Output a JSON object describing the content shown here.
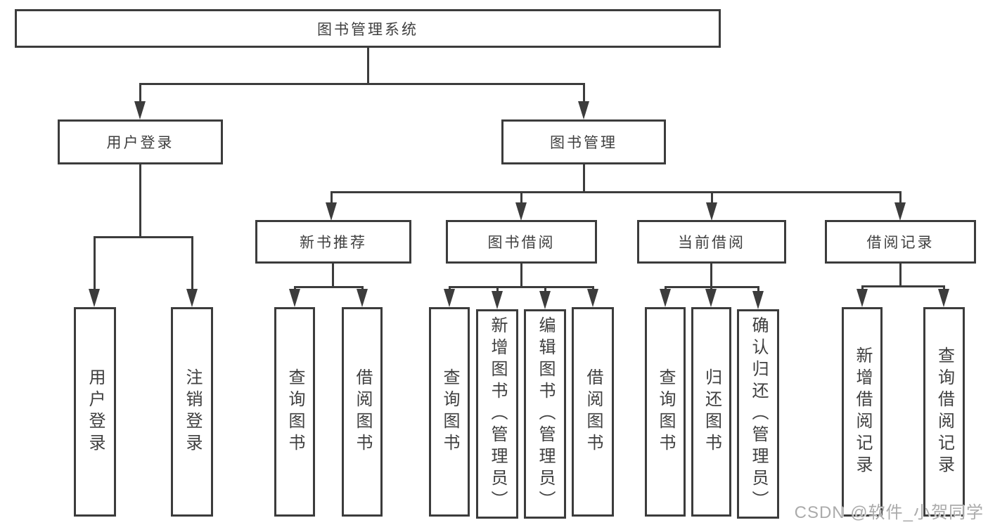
{
  "tree": {
    "root": "图书管理系统",
    "branches": [
      {
        "label": "用户登录",
        "children": [
          "用户登录",
          "注销登录"
        ]
      },
      {
        "label": "图书管理",
        "groups": [
          {
            "label": "新书推荐",
            "children": [
              "查询图书",
              "借阅图书"
            ]
          },
          {
            "label": "图书借阅",
            "children": [
              "查询图书",
              "新增图书（管理员）",
              "编辑图书（管理员）",
              "借阅图书"
            ]
          },
          {
            "label": "当前借阅",
            "children": [
              "查询图书",
              "归还图书",
              "确认归还（管理员）"
            ]
          },
          {
            "label": "借阅记录",
            "children": [
              "新增借阅记录",
              "查询借阅记录"
            ]
          }
        ]
      }
    ]
  },
  "watermark": "CSDN @软件_小贺同学",
  "colors": {
    "line": "#3c3c3c",
    "text": "#3f3f3f",
    "background": "#ffffff",
    "watermark": "#ababab"
  }
}
